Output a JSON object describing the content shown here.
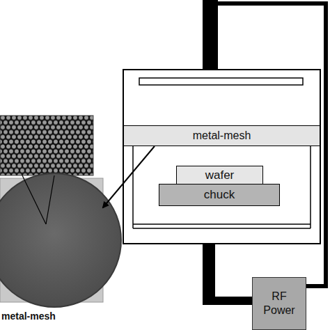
{
  "diagram": {
    "nodes": [
      {
        "text": [
          "metal-mesh"
        ]
      },
      {
        "text": [
          "wafer"
        ]
      },
      {
        "text": [
          "chuck"
        ]
      },
      {
        "text": [
          "metal-mesh"
        ]
      },
      {
        "text": [
          "RF Power"
        ]
      }
    ],
    "edges": [
      {
        "from": 0,
        "to": 3,
        "arrow": "to"
      }
    ]
  }
}
